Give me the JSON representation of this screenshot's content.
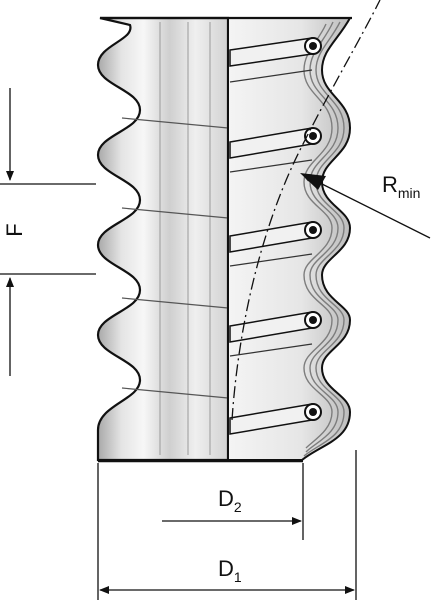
{
  "labels": {
    "pitch": "F",
    "radius_main": "R",
    "radius_sub": "min",
    "d2_main": "D",
    "d2_sub": "2",
    "d1_main": "D",
    "d1_sub": "1"
  },
  "colors": {
    "line": "#111111",
    "metal_dark": "#a9a9a9",
    "metal_light": "#f3f3f3",
    "metal_mid": "#d4d4d4",
    "background": "#ffffff"
  }
}
